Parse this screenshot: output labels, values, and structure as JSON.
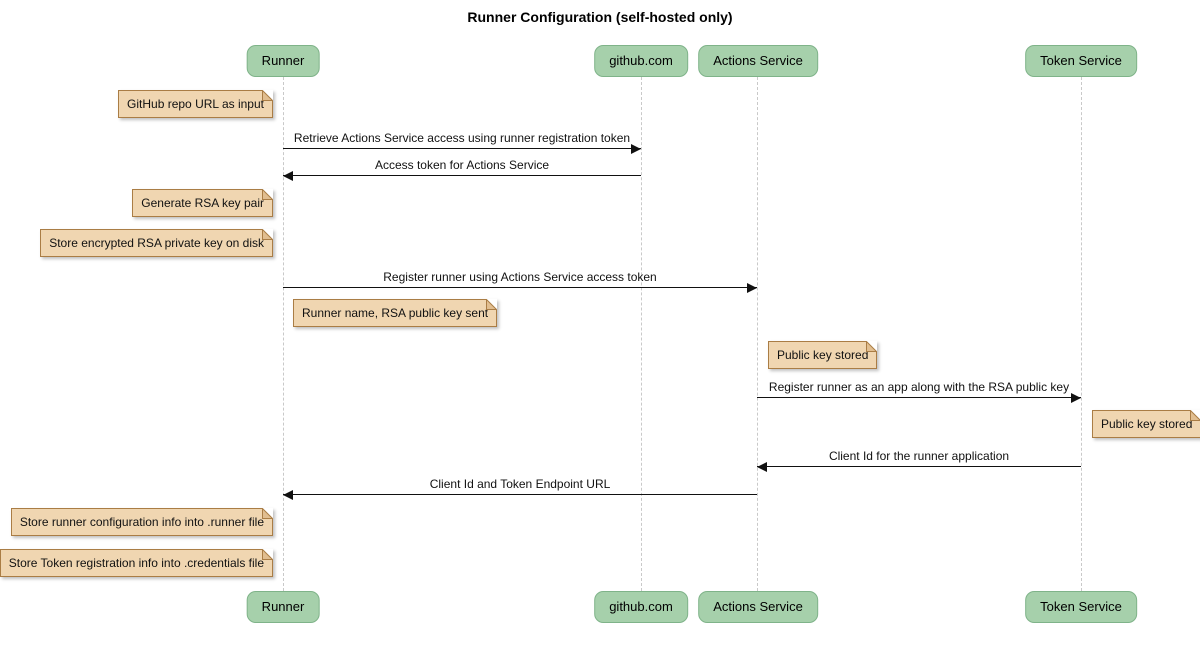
{
  "title": "Runner Configuration (self-hosted only)",
  "participants": [
    {
      "label": "Runner"
    },
    {
      "label": "github.com"
    },
    {
      "label": "Actions Service"
    },
    {
      "label": "Token Service"
    }
  ],
  "messages": [
    {
      "from": "Runner",
      "to": "github.com",
      "label": "Retrieve Actions Service access using runner registration token"
    },
    {
      "from": "github.com",
      "to": "Runner",
      "label": "Access token for Actions Service"
    },
    {
      "from": "Runner",
      "to": "Actions Service",
      "label": "Register runner using Actions Service access token"
    },
    {
      "from": "Actions Service",
      "to": "Token Service",
      "label": "Register runner as an app along with the RSA public key"
    },
    {
      "from": "Token Service",
      "to": "Actions Service",
      "label": "Client Id for the runner application"
    },
    {
      "from": "Actions Service",
      "to": "Runner",
      "label": "Client Id and Token Endpoint URL"
    }
  ],
  "notes": [
    {
      "text": "GitHub repo URL as input",
      "anchor": "left of Runner"
    },
    {
      "text": "Generate RSA key pair",
      "anchor": "left of Runner"
    },
    {
      "text": "Store encrypted RSA private key on disk",
      "anchor": "left of Runner"
    },
    {
      "text": "Runner name, RSA public key sent",
      "anchor": "right of Runner"
    },
    {
      "text": "Public key stored",
      "anchor": "right of Actions Service"
    },
    {
      "text": "Public key stored",
      "anchor": "right of Token Service"
    },
    {
      "text": "Store runner configuration info into .runner file",
      "anchor": "left of Runner"
    },
    {
      "text": "Store Token registration info into .credentials file",
      "anchor": "left of Runner"
    }
  ],
  "colors": {
    "participant_fill": "#A6D0AB",
    "participant_border": "#7FB389",
    "note_fill": "#F0D6B1",
    "note_border": "#AA7D45",
    "lifeline": "#C9C9C9",
    "message_line": "#111111"
  }
}
